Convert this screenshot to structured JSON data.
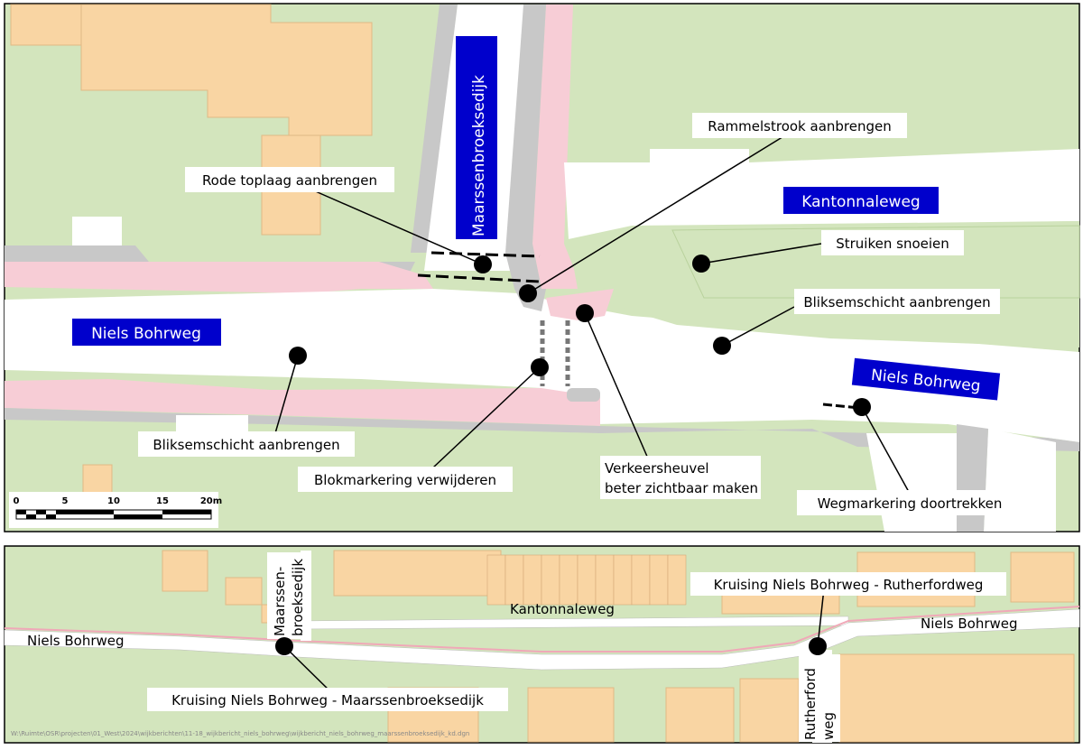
{
  "detail_map": {
    "road_labels": {
      "maarssenbroeksedijk": "Maarssenbroeksedijk",
      "kantonnaleweg": "Kantonnaleweg",
      "niels_bohrweg_left": "Niels Bohrweg",
      "niels_bohrweg_right": "Niels Bohrweg"
    },
    "callouts": {
      "rode_toplaag": "Rode toplaag aanbrengen",
      "rammelstrook": "Rammelstrook aanbrengen",
      "struiken": "Struiken snoeien",
      "bliksem_right": "Bliksemschicht aanbrengen",
      "bliksem_left": "Bliksemschicht aanbrengen",
      "blokmarkering": "Blokmarkering verwijderen",
      "verkeersheuvel_1": "Verkeersheuvel",
      "verkeersheuvel_2": "beter zichtbaar maken",
      "wegmarkering": "Wegmarkering doortrekken"
    },
    "scale_bar": {
      "ticks": [
        "0",
        "5",
        "10",
        "15",
        "20m"
      ]
    }
  },
  "overview_map": {
    "labels": {
      "niels_bohrweg_left": "Niels Bohrweg",
      "niels_bohrweg_right": "Niels Bohrweg",
      "kantonnaleweg": "Kantonnaleweg",
      "maarssen_1": "Maarssen-",
      "maarssen_2": "broeksedijk",
      "rutherford_1": "Rutherford",
      "rutherford_2": "weg",
      "kruising_rutherford": "Kruising Niels Bohrweg - Rutherfordweg",
      "kruising_maarssen": "Kruising Niels Bohrweg - Maarssenbroeksedijk"
    },
    "file_path": "W:\\Ruimte\\OSR\\projecten\\01_West\\2024\\wijkberichten\\11-18_wijkbericht_niels_bohrweg\\wijkbericht_niels_bohrweg_maarssenbroeksedijk_kd.dgn"
  },
  "colors": {
    "green_area": "#d3e5bd",
    "building": "#f9d5a3",
    "road": "#ffffff",
    "bike_path": "#f7cdd6",
    "gray_path": "#c8c8c8",
    "label_box": "#0000cc"
  }
}
